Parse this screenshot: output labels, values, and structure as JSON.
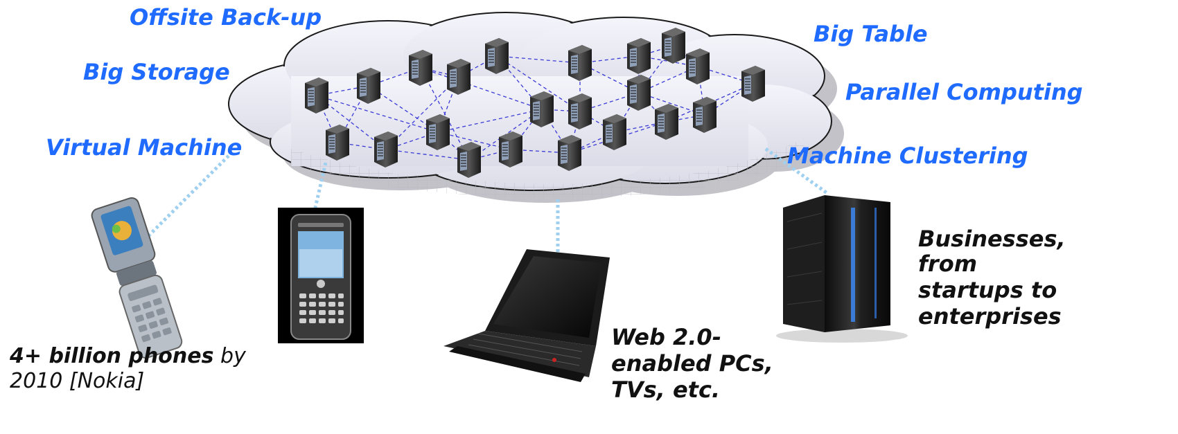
{
  "cloud_labels": {
    "offsite_backup": "Offsite Back-up",
    "big_storage": "Big Storage",
    "virtual_machine": "Virtual Machine",
    "big_table": "Big Table",
    "parallel_computing": "Parallel Computing",
    "machine_clustering": "Machine Clustering"
  },
  "captions": {
    "phones_bold": "4+ billion phones",
    "phones_rest_1": " by",
    "phones_rest_2": "2010 [Nokia]",
    "web_line1": "Web 2.0-",
    "web_line2": "enabled PCs,",
    "web_line3": "TVs, etc.",
    "biz_line1": "Businesses,",
    "biz_line2": "from",
    "biz_line3": "startups to",
    "biz_line4": "enterprises"
  },
  "colors": {
    "label_blue": "#1f6bff",
    "mesh_blue": "#3a3ad6",
    "link_light_blue": "#9fd0f0"
  }
}
